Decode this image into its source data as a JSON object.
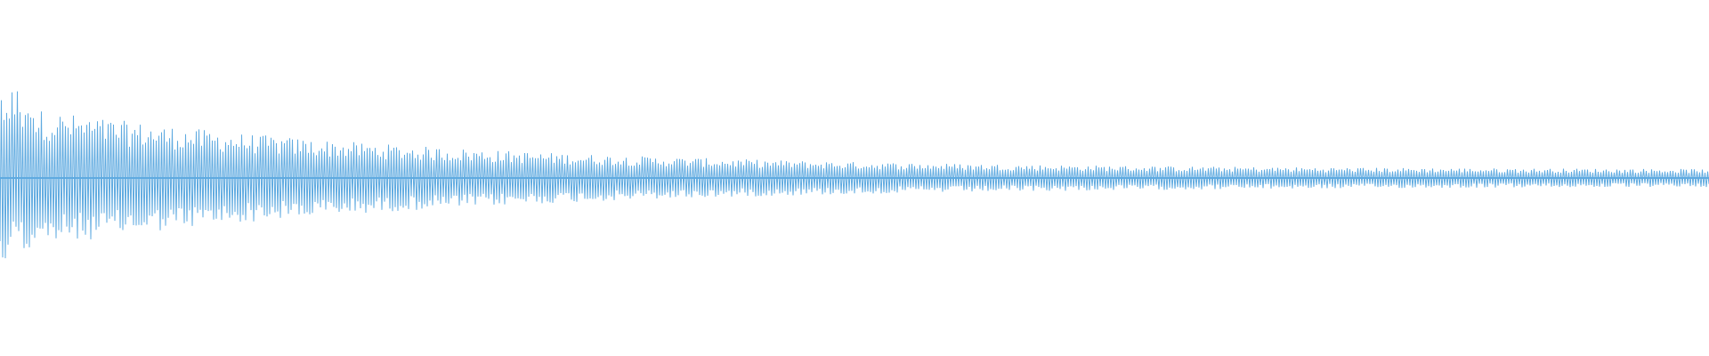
{
  "waveform": {
    "color": "#5FAAE0",
    "background": "#FFFFFF",
    "envelope": {
      "shape": "decaying",
      "start_amplitude": 0.42,
      "end_amplitude": 0.045,
      "decay_rate": 4.2
    }
  }
}
